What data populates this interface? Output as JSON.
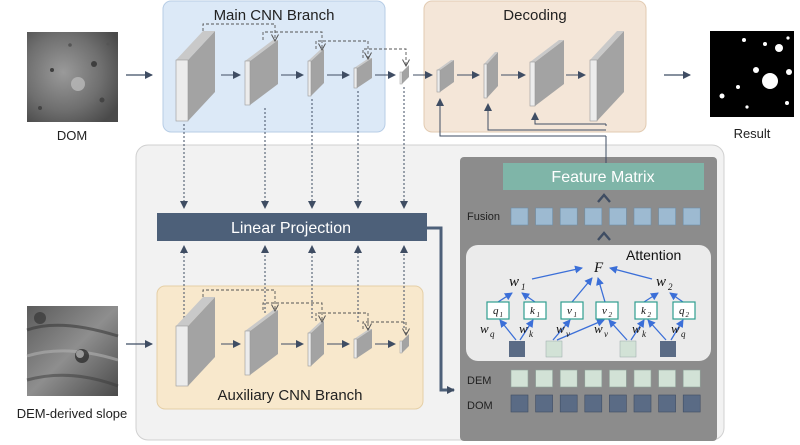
{
  "inputs": {
    "dom_label": "DOM",
    "slope_label": "DEM-derived slope",
    "result_label": "Result"
  },
  "branches": {
    "main_title": "Main CNN Branch",
    "decoding_title": "Decoding",
    "auxiliary_title": "Auxiliary CNN Branch",
    "linear_projection": "Linear Projection"
  },
  "fusion_panel": {
    "feature_matrix": "Feature Matrix",
    "fusion_label": "Fusion",
    "attention_title": "Attention",
    "dem_label": "DEM",
    "dom_label": "DOM",
    "F": "F",
    "w1": "w",
    "w1_sub": "1",
    "w2": "w",
    "w2_sub": "2",
    "tokens": [
      {
        "base": "q",
        "sub": "1"
      },
      {
        "base": "k",
        "sub": "1"
      },
      {
        "base": "v",
        "sub": "1"
      },
      {
        "base": "v",
        "sub": "2"
      },
      {
        "base": "k",
        "sub": "2"
      },
      {
        "base": "q",
        "sub": "2"
      }
    ],
    "weights": [
      {
        "base": "w",
        "sub": "q"
      },
      {
        "base": "w",
        "sub": "k"
      },
      {
        "base": "w",
        "sub": "v"
      },
      {
        "base": "w",
        "sub": "v"
      },
      {
        "base": "w",
        "sub": "k"
      },
      {
        "base": "w",
        "sub": "q"
      }
    ]
  },
  "colors": {
    "main_branch_fill": "#dce9f7",
    "decoding_fill": "#f4e6d8",
    "auxiliary_fill": "#f8e8cc",
    "panel_fill": "#f2f2f2",
    "fusion_panel_fill": "#8c8c8c",
    "attention_fill": "#ebebeb",
    "feature_matrix_fill": "#7fb5a8",
    "linear_projection_fill": "#4d6079",
    "fusion_cell": "#9dbad1",
    "dem_cell": "#d2e2d6",
    "dom_cell": "#5a6b85",
    "token_border": "#2f9e8f",
    "arrow_blue": "#3b6fd8",
    "arrow_dark": "#3f4d63"
  }
}
